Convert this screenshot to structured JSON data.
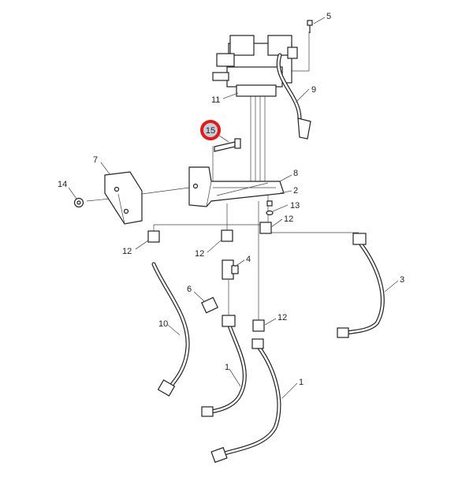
{
  "diagram": {
    "callouts": {
      "c1a": "1",
      "c1b": "1",
      "c2": "2",
      "c3": "3",
      "c4": "4",
      "c5": "5",
      "c6": "6",
      "c7": "7",
      "c8": "8",
      "c9": "9",
      "c10": "10",
      "c11": "11",
      "c12a": "12",
      "c12b": "12",
      "c12c": "12",
      "c12d": "12",
      "c13": "13",
      "c14": "14",
      "c15": "15"
    },
    "highlight": {
      "callout": "15",
      "ring_color": "#e01b1b",
      "fill_color": "#c8ccd6"
    }
  }
}
